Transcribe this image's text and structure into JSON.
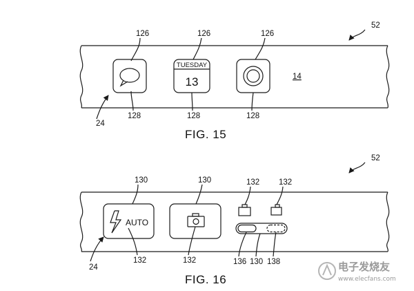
{
  "figures": [
    {
      "caption": "FIG. 15",
      "ref_device": "52",
      "ref_band": "24",
      "ref_surface": "14",
      "icons": [
        {
          "name": "message",
          "ref_top": "126",
          "ref_bottom": "128"
        },
        {
          "name": "calendar",
          "ref_top": "126",
          "ref_bottom": "128",
          "day": "TUESDAY",
          "date": "13"
        },
        {
          "name": "camera-button",
          "ref_top": "126",
          "ref_bottom": "128"
        }
      ]
    },
    {
      "caption": "FIG. 16",
      "ref_device": "52",
      "ref_band": "24",
      "flash_button": {
        "text": "AUTO",
        "ref_top": "130",
        "ref_bottom": "132"
      },
      "camera_button": {
        "ref_top": "130",
        "ref_bottom": "132"
      },
      "toggle": {
        "ref_left_icon": "132",
        "ref_right_icon": "132",
        "ref_on": "136",
        "ref_track": "130",
        "ref_off": "138"
      }
    }
  ],
  "watermark": {
    "cn": "电子发烧友",
    "url": "www.elecfans.com"
  }
}
